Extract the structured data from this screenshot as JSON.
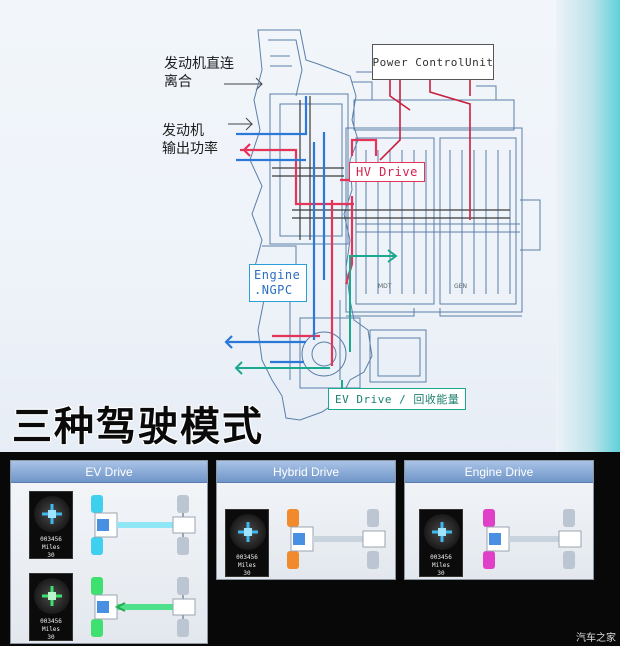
{
  "labels": {
    "engine_direct_clutch": [
      "发动机直连",
      "离合"
    ],
    "engine_output_power": [
      "发动机",
      "输出功率"
    ],
    "power_control_unit": "Power ControlUnit",
    "hv_drive": "HV Drive",
    "engine_ngpc": [
      "Engine",
      ".NGPC"
    ],
    "ev_regen": "EV Drive / 回收能量",
    "main_title": "三种驾驶模式",
    "mg_small_1": "MDT",
    "mg_small_2": "GEN"
  },
  "panels": [
    {
      "title": "EV Drive",
      "color": "#3fd0f0",
      "modes": 2
    },
    {
      "title": "Hybrid Drive",
      "color": "#f08a2c",
      "modes": 1
    },
    {
      "title": "Engine Drive",
      "color": "#e040c8",
      "modes": 1
    }
  ],
  "gauge": {
    "odometer": "003456",
    "unit": "Miles",
    "speed": "30"
  },
  "flow_colors": {
    "hv": "#e4345a",
    "engine": "#2a78d8",
    "ev": "#1aa88e",
    "pcu": "#c8203e"
  },
  "watermark": "汽车之家"
}
